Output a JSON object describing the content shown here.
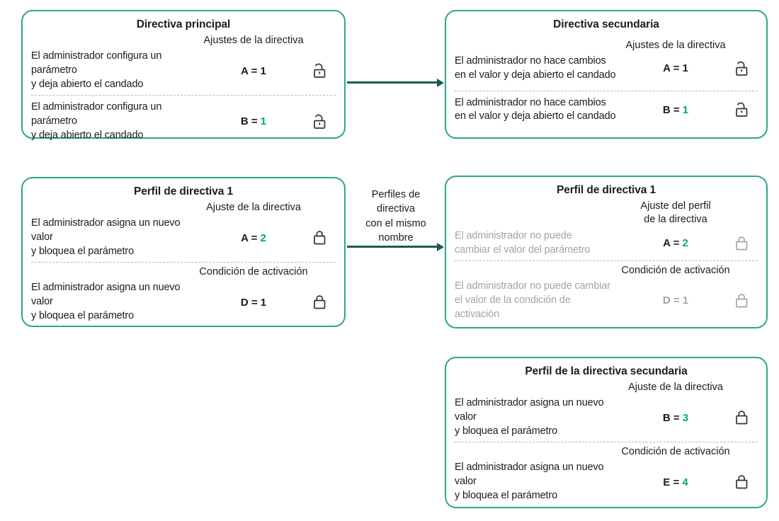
{
  "colors": {
    "border_teal": "#2BA78F",
    "arrow_dark": "#1E5A4F",
    "value_teal": "#00A288",
    "text_black": "#1C1C1C",
    "text_gray": "#A2A5A4",
    "divider_gray": "#B3B6B5",
    "lock_black": "#333333"
  },
  "arrows": {
    "middle_label": "Perfiles de\ndirectiva\ncon el mismo\nnombre"
  },
  "boxes": [
    {
      "id": "directiva-principal",
      "title": "Directiva principal",
      "sections": [
        {
          "header": "Ajustes de la directiva",
          "desc": "El administrador configura un\nparámetro\ny deja abierto el candado",
          "value_label": "A = ",
          "value_number": "1",
          "number_style": "black",
          "lock_icon": "unlocked-icon",
          "lock_style": "black"
        },
        {
          "desc": "El administrador configura un\nparámetro\ny deja abierto el candado",
          "value_label": "B = ",
          "value_number": "1",
          "number_style": "teal",
          "lock_icon": "unlocked-icon",
          "lock_style": "black"
        }
      ]
    },
    {
      "id": "directiva-secundaria",
      "title": "Directiva secundaria",
      "sections": [
        {
          "header": "Ajustes de la directiva",
          "desc": "El administrador no hace cambios\nen el valor y deja abierto el candado",
          "value_label": "A = ",
          "value_number": "1",
          "number_style": "black",
          "lock_icon": "unlocked-icon",
          "lock_style": "black"
        },
        {
          "desc": "El administrador no hace cambios\nen el valor y deja abierto el candado",
          "value_label": "B = ",
          "value_number": "1",
          "number_style": "teal",
          "lock_icon": "unlocked-icon",
          "lock_style": "black"
        }
      ]
    },
    {
      "id": "perfil-de-directiva-1",
      "title": "Perfil de directiva 1",
      "sections": [
        {
          "header": "Ajuste de la directiva",
          "desc": "El administrador asigna un nuevo\nvalor\ny bloquea el parámetro",
          "value_label": "A = ",
          "value_number": "2",
          "number_style": "teal",
          "lock_icon": "locked-icon",
          "lock_style": "black"
        },
        {
          "header": "Condición de activación",
          "desc": "El administrador asigna un nuevo\nvalor\ny bloquea el parámetro",
          "value_label": "D = ",
          "value_number": "1",
          "number_style": "black",
          "lock_icon": "locked-icon",
          "lock_style": "black"
        }
      ]
    },
    {
      "id": "perfil-de-directiva-1-heredado",
      "title": "Perfil de directiva 1",
      "sections": [
        {
          "header": "Ajuste del perfil\nde la directiva",
          "desc": "El administrador no puede\ncambiar el valor del parámetro",
          "desc_style": "gray",
          "value_label": "A = ",
          "value_number": "2",
          "number_style": "teal",
          "lock_icon": "locked-icon",
          "lock_style": "gray"
        },
        {
          "header": "Condición de activación",
          "desc": "El administrador no puede cambiar\nel valor de la condición de\nactivación",
          "desc_style": "gray",
          "value_label": "D = ",
          "value_number": "1",
          "number_style": "gray",
          "value_style": "gray",
          "lock_icon": "locked-icon",
          "lock_style": "gray"
        }
      ]
    },
    {
      "id": "perfil-de-la-directiva-secundaria",
      "title": "Perfil de la directiva secundaria",
      "sections": [
        {
          "header": "Ajuste de la directiva",
          "desc": "El administrador asigna un nuevo\nvalor\ny bloquea el parámetro",
          "value_label": "B = ",
          "value_number": "3",
          "number_style": "teal",
          "lock_icon": "locked-icon",
          "lock_style": "black"
        },
        {
          "header": "Condición de activación",
          "desc": "El administrador asigna un nuevo\nvalor\ny bloquea el parámetro",
          "value_label": "E = ",
          "value_number": "4",
          "number_style": "teal",
          "lock_icon": "locked-icon",
          "lock_style": "black"
        }
      ]
    }
  ]
}
